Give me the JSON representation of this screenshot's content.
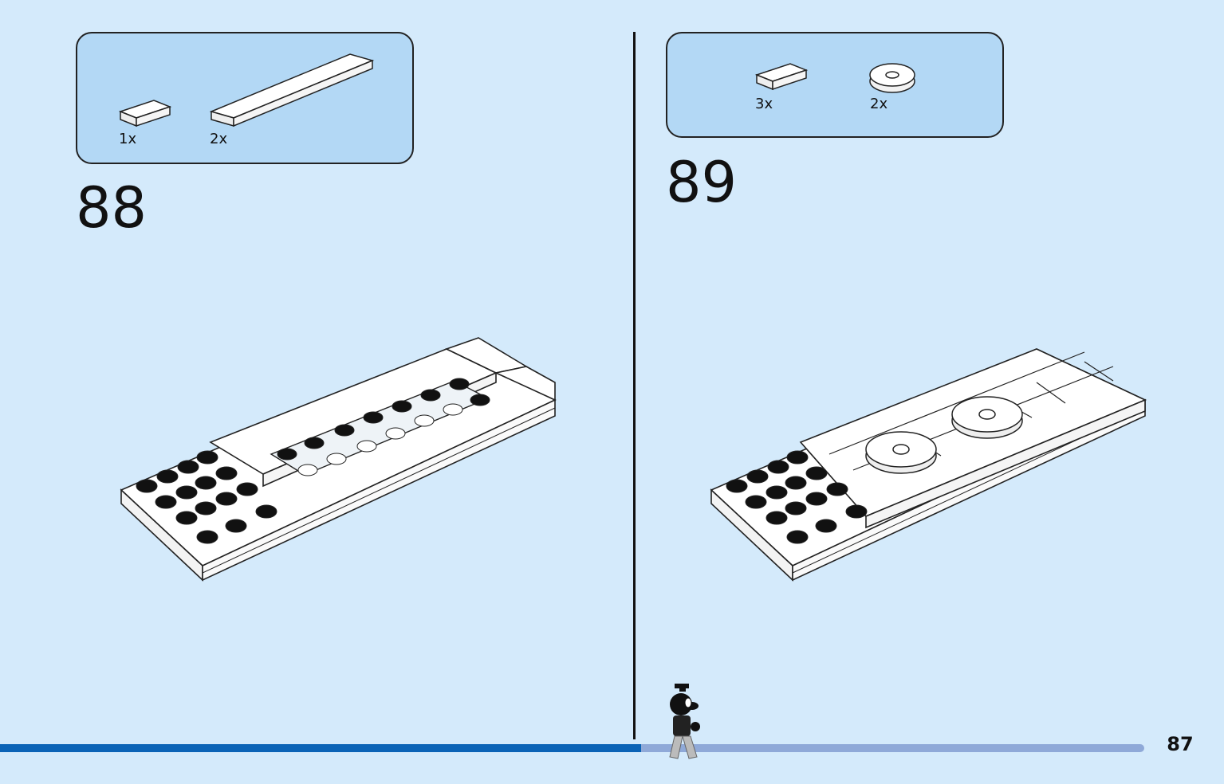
{
  "page": {
    "page_number": "87",
    "progress_fraction": 0.56
  },
  "steps": [
    {
      "number": "88",
      "parts": [
        {
          "qty": "1x",
          "part": "tile-1x2-white"
        },
        {
          "qty": "2x",
          "part": "tile-1x8-white"
        }
      ]
    },
    {
      "number": "89",
      "parts": [
        {
          "qty": "3x",
          "part": "tile-1x2-white"
        },
        {
          "qty": "2x",
          "part": "round-tile-2x2-with-hole-white"
        }
      ]
    }
  ],
  "colors": {
    "background": "#d4eafb",
    "parts_box": "#b3d8f5",
    "progress": "#0a63b6",
    "progress_track": "#8fa9d8"
  }
}
